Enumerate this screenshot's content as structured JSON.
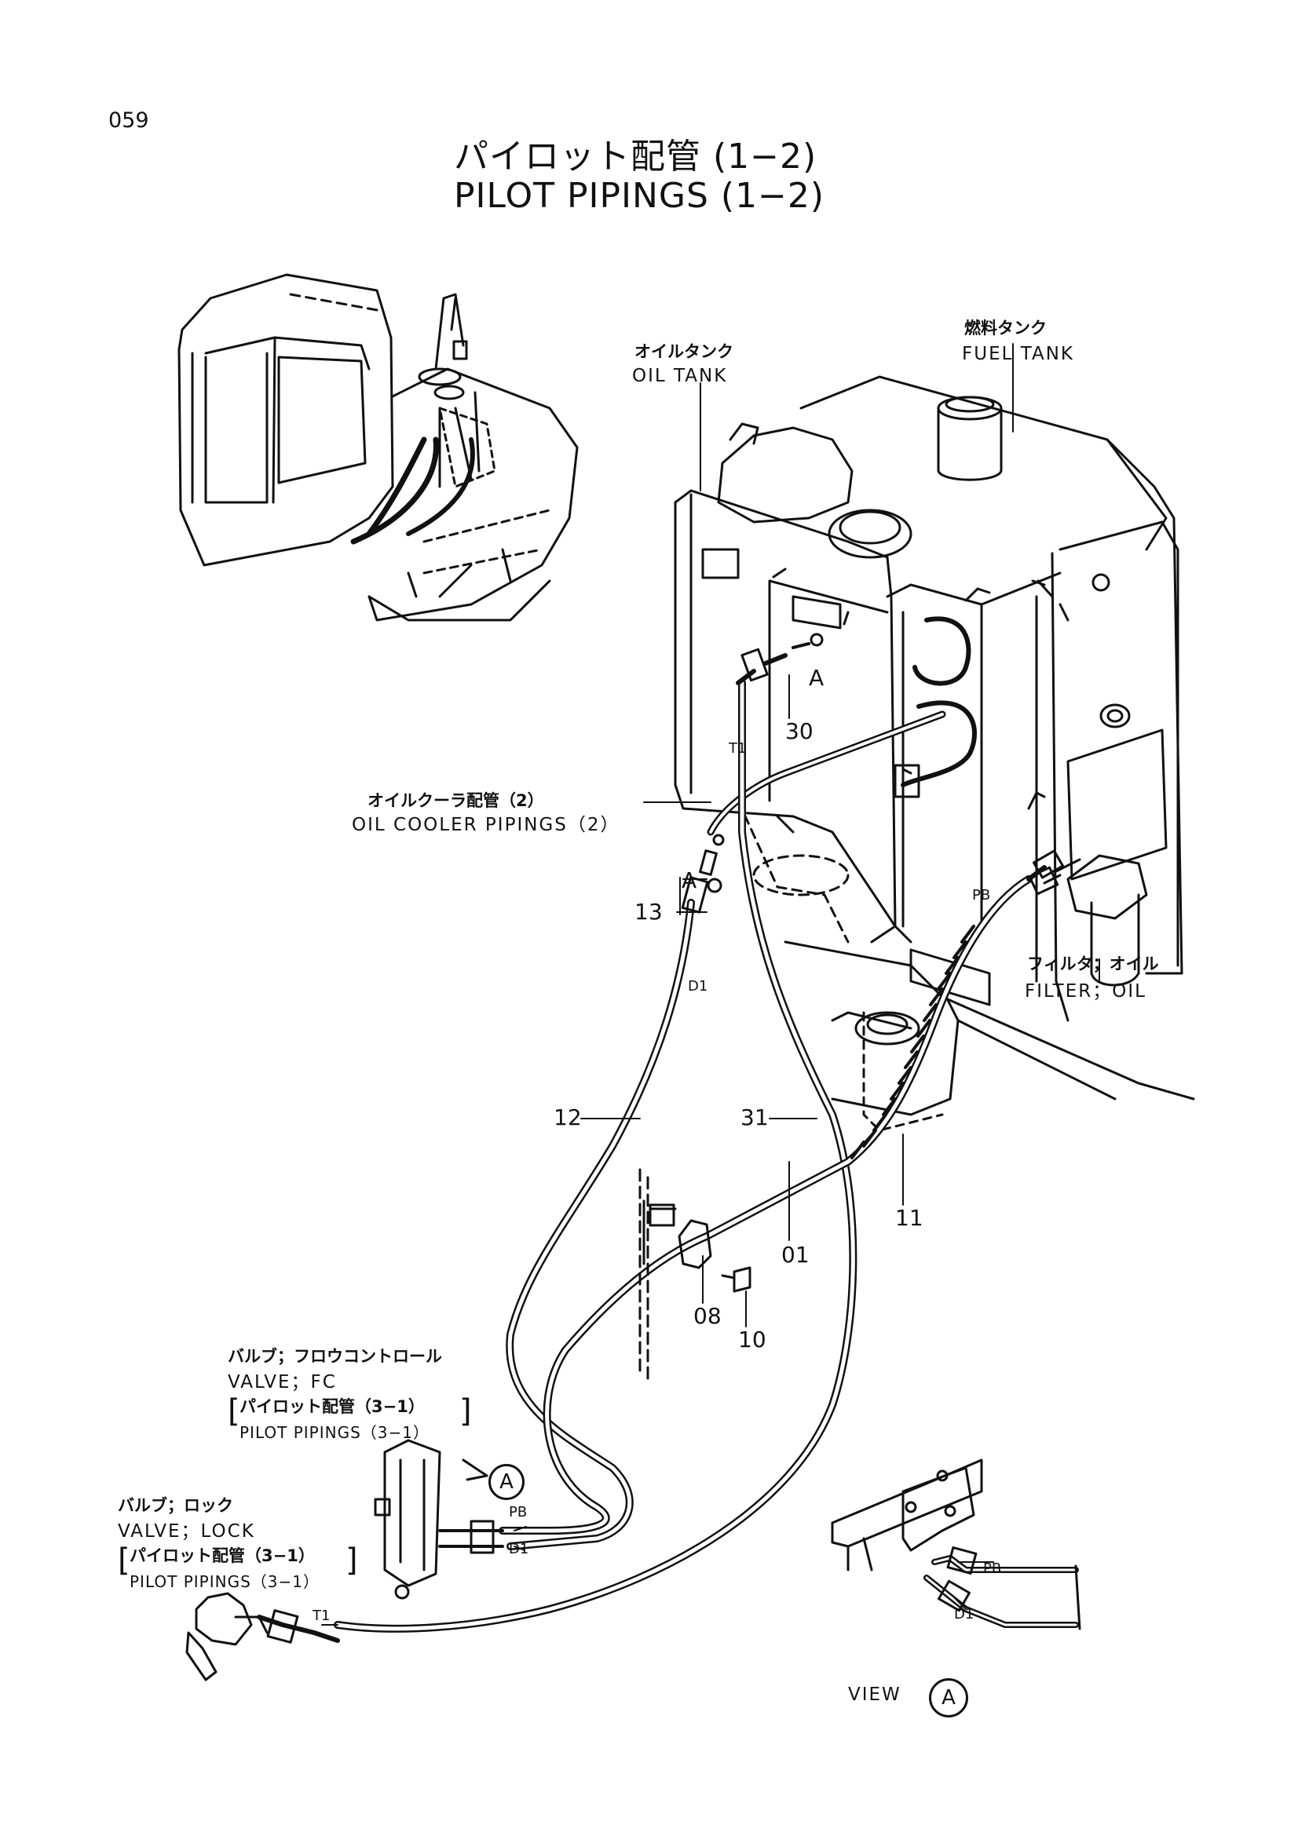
{
  "page_number": "059",
  "title": {
    "japanese": "パイロット配管 (1−2)",
    "english": "PILOT PIPINGS (1−2)"
  },
  "callouts": {
    "oil_tank": {
      "jp": "オイルタンク",
      "en": "OIL  TANK"
    },
    "fuel_tank": {
      "jp": "燃料タンク",
      "en": "FUEL  TANK"
    },
    "oil_cooler": {
      "jp": "オイルクーラ配管（2）",
      "en": "OIL  COOLER  PIPINGS（2）"
    },
    "filter": {
      "jp": "フィルタ；オイル",
      "en": "FILTER；OIL"
    },
    "valve_fc": {
      "jp": "バルブ；フロウコントロール",
      "en": "VALVE；FC",
      "ref_jp": "パイロット配管（3−1）",
      "ref_en": "PILOT PIPINGS（3−1）"
    },
    "valve_lock": {
      "jp": "バルブ；ロック",
      "en": "VALVE；LOCK",
      "ref_jp": "パイロット配管（3−1）",
      "ref_en": "PILOT PIPINGS（3−1）"
    }
  },
  "part_numbers": {
    "p30": "30",
    "p13": "13",
    "p12": "12",
    "p31": "31",
    "p11": "11",
    "p01": "01",
    "p08": "08",
    "p10": "10"
  },
  "port_tags": {
    "t1_top": "T1",
    "pb_filter": "PB",
    "d1_top": "D1",
    "pb_fc": "PB",
    "d1_fc": "D1",
    "t1_lock": "T1",
    "pb_view": "PB",
    "d1_view": "D1"
  },
  "detail_markers": {
    "a1": "A",
    "a2": "A",
    "a_circle_fc": "A"
  },
  "view": {
    "label": "VIEW",
    "marker": "A"
  }
}
